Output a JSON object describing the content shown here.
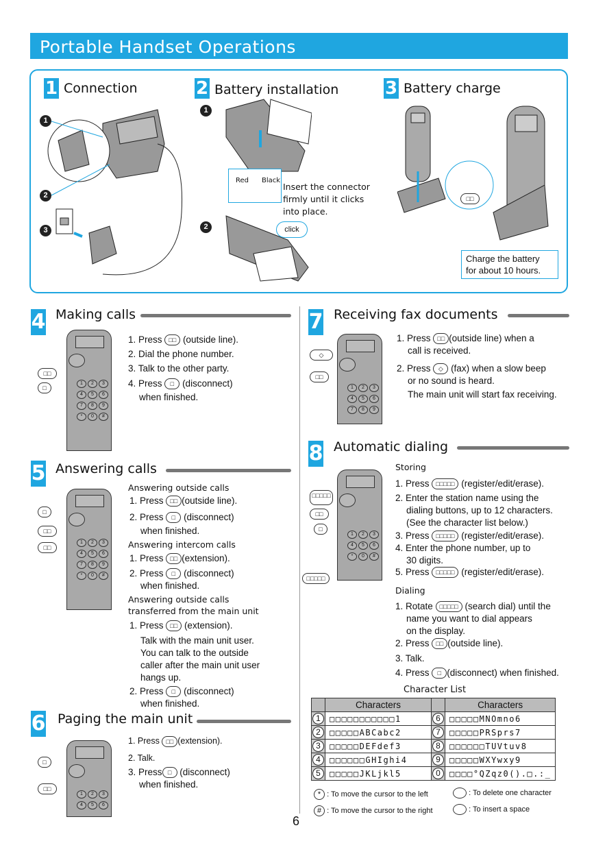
{
  "page": {
    "title": "Portable Handset Operations",
    "page_number": "6"
  },
  "steps": {
    "s1": {
      "num": "1",
      "title": "Connection",
      "markers": [
        "1",
        "2",
        "3"
      ]
    },
    "s2": {
      "num": "2",
      "title": "Battery installation",
      "markers": [
        "1",
        "2"
      ],
      "wire_red": "Red",
      "wire_black": "Black",
      "note": [
        "Insert the connector",
        "firmly until it clicks",
        "into place."
      ],
      "click": "click"
    },
    "s3": {
      "num": "3",
      "title": "Battery charge",
      "note": [
        "Charge the battery",
        "for about 10 hours."
      ]
    }
  },
  "making_calls": {
    "num": "4",
    "title": "Making calls",
    "steps": [
      "1. Press",
      "(outside line).",
      "2. Dial the phone number.",
      "3. Talk to the other party.",
      "4. Press",
      "(disconnect)",
      "when finished."
    ]
  },
  "answering_calls": {
    "num": "5",
    "title": "Answering calls",
    "h1": "Answering outside calls",
    "a1": "1. Press",
    "a1b": "(outside line).",
    "a2": "2. Press",
    "a2b": "(disconnect)",
    "a2c": "when finished.",
    "h2": "Answering intercom calls",
    "b1": "1. Press",
    "b1b": "(extension).",
    "b2": "2. Press",
    "b2b": "(disconnect)",
    "b2c": "when finished.",
    "h3a": "Answering outside calls",
    "h3b": "transferred from the main unit",
    "c1": "1. Press",
    "c1b": "(extension).",
    "c_note": [
      "Talk with the main unit user.",
      "You can talk to the outside",
      "caller after the main unit user",
      "hangs up."
    ],
    "c2": "2. Press",
    "c2b": "(disconnect)",
    "c2c": "when finished."
  },
  "paging": {
    "num": "6",
    "title": "Paging the main unit",
    "p1": "1. Press",
    "p1b": "(extension).",
    "p2": "2. Talk.",
    "p3": "3. Press",
    "p3b": "(disconnect)",
    "p3c": "when finished."
  },
  "fax": {
    "num": "7",
    "title": "Receiving fax documents",
    "f1": "1. Press",
    "f1b": "(outside line) when a",
    "f1c": "call is received.",
    "f2": "2. Press",
    "f2b": "(fax) when a slow beep",
    "f2c": "or no sound is heard.",
    "f3": "The main unit will start fax receiving."
  },
  "auto_dial": {
    "num": "8",
    "title": "Automatic dialing",
    "storing": "Storing",
    "s1": "1. Press",
    "s1b": "(register/edit/erase).",
    "s2": [
      "2. Enter the station name using the",
      "dialing buttons, up to 12 characters.",
      "(See the character list below.)"
    ],
    "s3": "3. Press",
    "s3b": "(register/edit/erase).",
    "s4": [
      "4. Enter the phone number, up to",
      "30 digits."
    ],
    "s5": "5. Press",
    "s5b": "(register/edit/erase).",
    "dialing": "Dialing",
    "d1": "1. Rotate",
    "d1b": "(search dial) until the",
    "d1c": "name you want to dial appears",
    "d1d": "on the display.",
    "d2": "2. Press",
    "d2b": "(outside line).",
    "d3": "3. Talk.",
    "d4": "4. Press",
    "d4b": "(disconnect) when finished."
  },
  "char_list": {
    "title": "Character List",
    "header": "Characters",
    "rows": [
      {
        "l": "1",
        "lc": "□□□□□□□□□□□1",
        "r": "6",
        "rc": "□□□□□MNOmno6"
      },
      {
        "l": "2",
        "lc": "□□□□□ABCabc2",
        "r": "7",
        "rc": "□□□□□PRSprs7"
      },
      {
        "l": "3",
        "lc": "□□□□□DEFdef3",
        "r": "8",
        "rc": "□□□□□□TUVtuv8"
      },
      {
        "l": "4",
        "lc": "□□□□□□GHIghi4",
        "r": "9",
        "rc": "□□□□□WXYwxy9"
      },
      {
        "l": "5",
        "lc": "□□□□□JKLjkl5",
        "r": "0",
        "rc": "□□□□°QZqz0().□.:_"
      }
    ],
    "leg1_key": "*",
    "leg1": ": To move the cursor to the left",
    "leg2_key": "#",
    "leg2": ": To move the cursor to the right",
    "leg3": ": To delete one character",
    "leg4": ": To insert a space"
  },
  "keys": {
    "generic": "□□",
    "single": "□",
    "long": "□□□□□"
  }
}
